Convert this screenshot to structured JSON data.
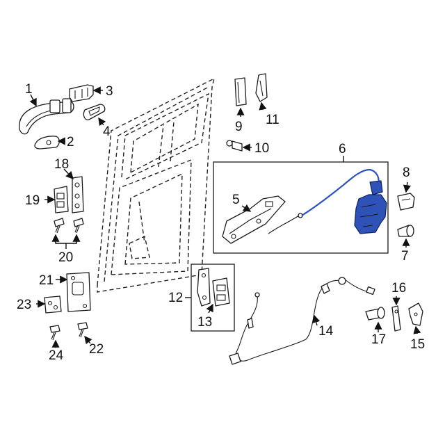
{
  "diagram": {
    "highlight_color": "#2f52b8",
    "callouts": {
      "c1": "1",
      "c2": "2",
      "c3": "3",
      "c4": "4",
      "c5": "5",
      "c6": "6",
      "c7": "7",
      "c8": "8",
      "c9": "9",
      "c10": "10",
      "c11": "11",
      "c12": "12",
      "c13": "13",
      "c14": "14",
      "c15": "15",
      "c16": "16",
      "c17": "17",
      "c18": "18",
      "c19": "19",
      "c20": "20",
      "c21": "21",
      "c22": "22",
      "c23": "23",
      "c24": "24"
    }
  }
}
